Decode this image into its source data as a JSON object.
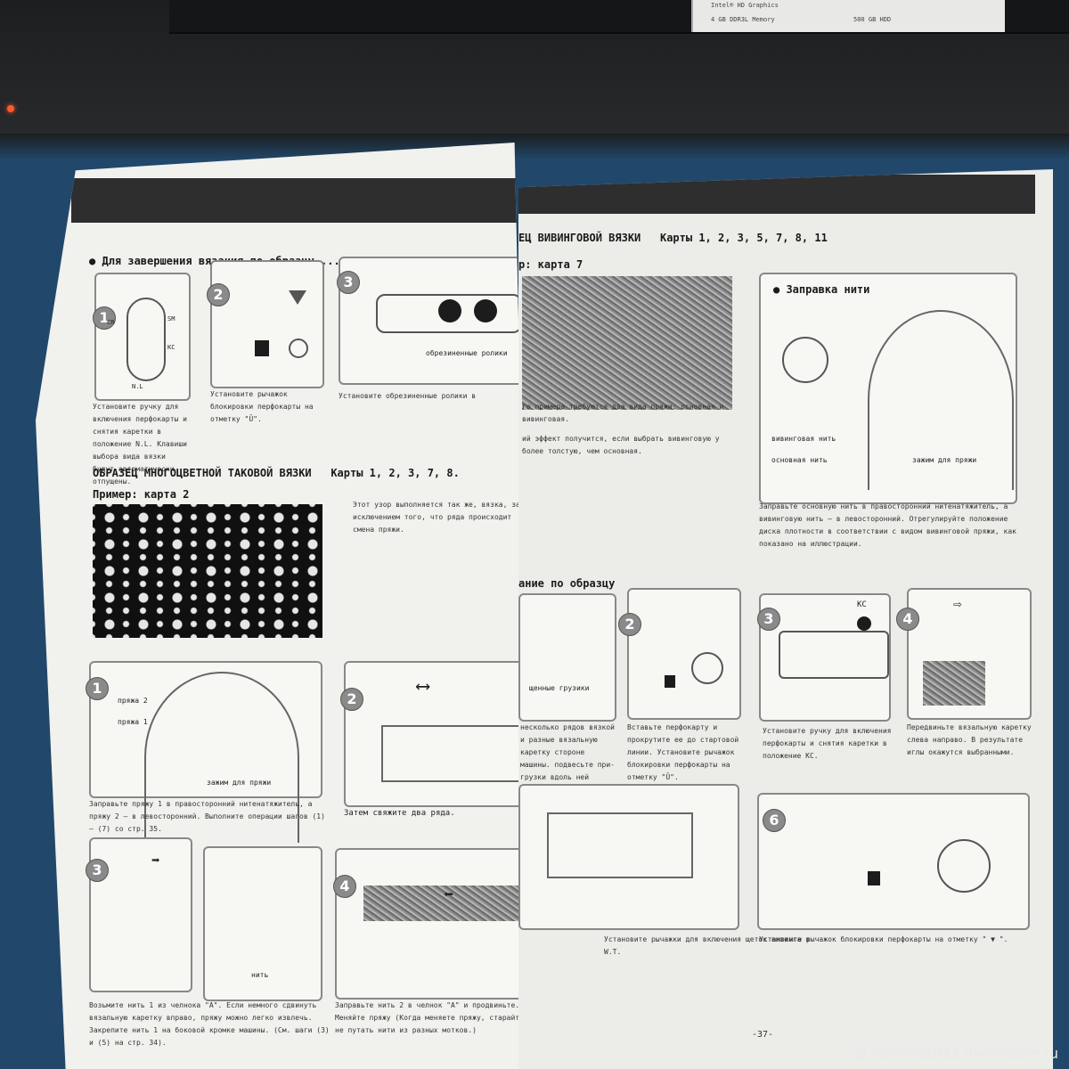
{
  "box": {
    "spec_line1": "Intel® HD Graphics",
    "spec_line2": "4 GB DDR3L Memory",
    "spec_line3": "500 GB HDD"
  },
  "left_page": {
    "finish_heading": "● Для завершения вязания по образцу....",
    "step1_caption": "Установите ручку для включения перфокарты и снятия каретки в положение N.L. Клавиши выбора вида вязки будут автоматически отпущены.",
    "step2_caption": "Установите рычажок блокировки перфокарты на отметку \"Ū\".",
    "step3_caption": "Установите обрезиненные ролики в",
    "rollers_label": "обрезиненные ролики",
    "dial_labels": [
      "CR",
      "SM",
      "KC",
      "N.L"
    ],
    "section_title": "ОБРАЗЕЦ МНОГОЦВЕТНОЙ ТАКОВОЙ ВЯЗКИ",
    "section_cards": "Карты 1, 2, 3, 7, 8.",
    "example_label": "Пример: карта 2",
    "example_text": "Этот узор выполняется так же, вязка, за исключением того, что ряда происходит смена пряжи.",
    "yarn1": "пряжа 1",
    "yarn2": "пряжа 2",
    "clamp": "зажим для пряжи",
    "b1_caption": "Заправьте пряжу 1 в правосторонний нитенатяжитель, а пряжу 2 – в левосторонний. Выполните операции шагов (1) – (7) со стр. 35.",
    "b2_caption": "Затем свяжите два ряда.",
    "b3_caption": "Возьмите нить 1 из челнока \"A\". Если немного сдвинуть вязальную каретку вправо, пряжу можно легко извлечь. Закрепите нить 1 на боковой кромке машины. (См. шаги (3) и (5) на стр. 34).",
    "thread_label": "нить",
    "b4_caption": "Заправьте нить 2 в челнок \"A\" и продвиньте... Меняйте пряжу (Когда меняете пряжу, старайтесь не путать нити из разных мотков.)"
  },
  "right_page": {
    "title": "ЕЦ ВИВИНГОВОЙ ВЯЗКИ",
    "title_cards": "Карты 1, 2, 3, 5, 7, 8, 11",
    "example_label": "р: карта 7",
    "threading_heading": "● Заправка нити",
    "weaving_yarn": "вивинговая нить",
    "main_yarn": "основная нить",
    "clamp": "зажим для пряжи",
    "threading_caption": "Заправьте основную нить в правосторонний нитенатяжитель, а вивинговую нить – в левосторонний. Отрегулируйте положение диска плотности в соответствии с видом вивинговой пряжи, как показано на иллюстрации.",
    "example_text1": "го примера требуются два вида пряжи: основная и вивинговая.",
    "example_text2": "ий эффект получится, если выбрать вивинговую у более толстую, чем основная.",
    "pattern_heading": "ание по образцу",
    "weights_label": "щенные грузики",
    "s1_caption": "несколько рядов вязкой и разные вязальную каретку стороне машины. подвесьте при- грузки вдоль ней линейки.",
    "s2_caption": "Вставьте перфокарту и прокрутите ее до стартовой линии. Установите рычажок блокировки перфокарты на отметку \"Ū\".",
    "s3_caption": "Установите ручку для включения перфокарты и снятия каретки в положение KC.",
    "kc_label": "KC",
    "s4_caption": "Передвиньте вязальную каретку слева направо. В результате иглы окажутся выбранными.",
    "s5_caption": "Установите рычажки для включения щеток вивинга в W.T.",
    "s6_caption": "Установите рычажок блокировки перфокарты на отметку \" ▼ \".",
    "page_number": "-37-"
  },
  "watermark": "✿ stavros2011.livemaster.ru"
}
